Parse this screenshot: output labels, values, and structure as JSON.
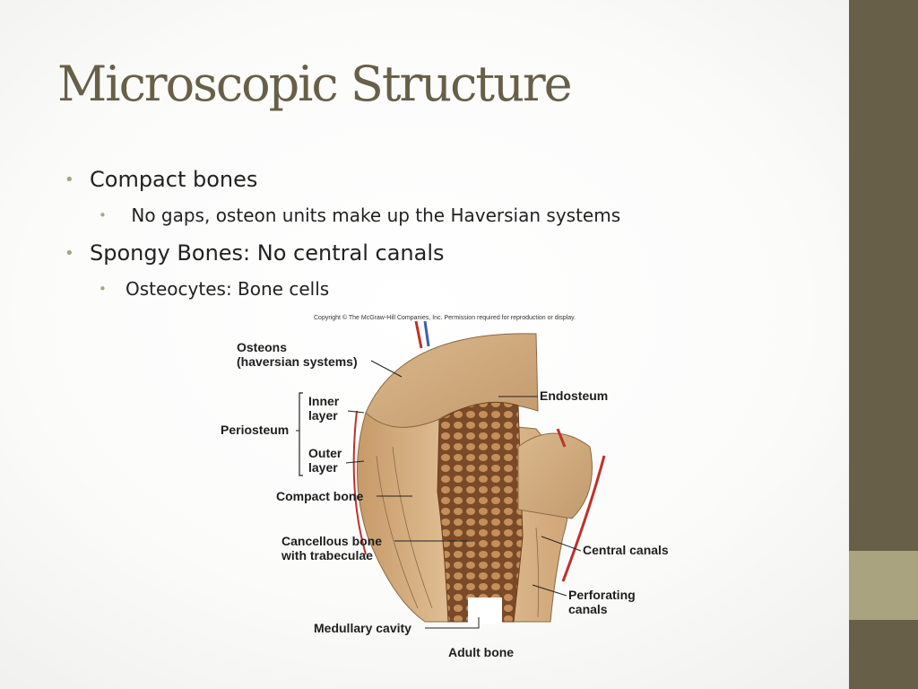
{
  "slide": {
    "title": "Microscopic Structure",
    "bullets": [
      {
        "text": "Compact bones",
        "level": 1
      },
      {
        "text": " No gaps, osteon units make up the Haversian systems",
        "level": 2
      },
      {
        "text": "Spongy Bones: No central canals",
        "level": 1
      },
      {
        "text": "Osteocytes: Bone cells",
        "level": 2
      }
    ],
    "bullet_glyph": "•"
  },
  "figure": {
    "copyright": "Copyright © The McGraw-Hill Companies, Inc. Permission required for reproduction or display.",
    "labels": {
      "osteons_1": "Osteons",
      "osteons_2": "(haversian systems)",
      "inner_1": "Inner",
      "inner_2": "layer",
      "periosteum": "Periosteum",
      "outer_1": "Outer",
      "outer_2": "layer",
      "compact": "Compact bone",
      "cancellous_1": "Cancellous bone",
      "cancellous_2": "with trabeculae",
      "medullary": "Medullary cavity",
      "endosteum": "Endosteum",
      "central_canals": "Central canals",
      "perforating_1": "Perforating",
      "perforating_2": "canals",
      "caption": "Adult bone"
    }
  },
  "theme": {
    "band_color": "#675f47",
    "band_accent_color": "#a9a47f",
    "title_color": "#675f47",
    "bullet_color": "#a9a47f"
  }
}
